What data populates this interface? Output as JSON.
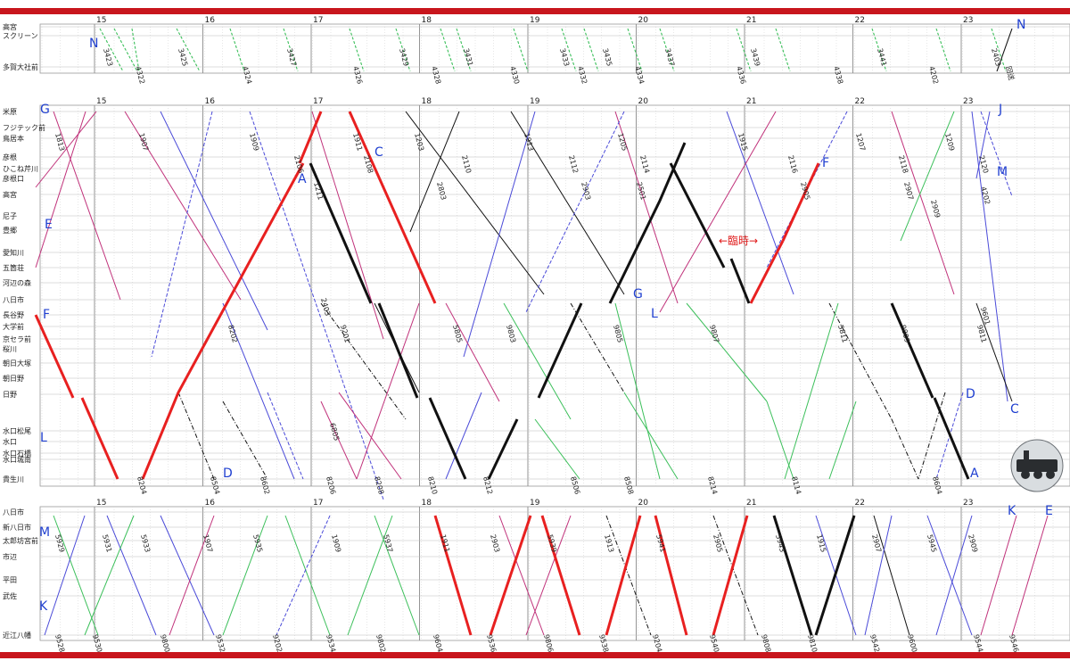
{
  "hours": [
    "15",
    "16",
    "17",
    "18",
    "19",
    "20",
    "21",
    "22",
    "23"
  ],
  "panels": [
    {
      "name": "ohmi-ohmi-taisha",
      "stations": [
        "高宮",
        "スクリーン",
        "多賀大社前"
      ],
      "markers": [
        "N",
        "N"
      ],
      "trains": [
        "3423",
        "4322",
        "3425",
        "4324",
        "3427",
        "4326",
        "3429",
        "4328",
        "3431",
        "4330",
        "3433",
        "4332",
        "3435",
        "4334",
        "3437",
        "4336",
        "3439",
        "4338",
        "3441",
        "4202",
        "2403",
        "回送"
      ]
    },
    {
      "name": "main-line",
      "stations": [
        "米原",
        "フジテック前",
        "鳥居本",
        "彦根",
        "ひこね芹川",
        "彦根口",
        "高宮",
        "尼子",
        "豊郷",
        "愛知川",
        "五箇荘",
        "河辺の森",
        "八日市",
        "長谷野",
        "大学前",
        "京セラ前",
        "桜川",
        "朝日大塚",
        "朝日野",
        "日野",
        "水口松尾",
        "水口",
        "水口石橋",
        "水口城南",
        "貴生川"
      ],
      "markers": [
        "G",
        "J",
        "F",
        "C",
        "A",
        "E",
        "M",
        "G",
        "L",
        "F",
        "D",
        "C",
        "L",
        "D",
        "A"
      ],
      "annotation": "←臨時→",
      "trains": [
        "1813",
        "1907",
        "1909",
        "2106",
        "1911",
        "2108",
        "1203",
        "2110",
        "1913",
        "2112",
        "1205",
        "2114",
        "1915",
        "2116",
        "1207",
        "2118",
        "1209",
        "2120",
        "1211",
        "2803",
        "2903",
        "2501",
        "2905",
        "2907",
        "2909",
        "4202",
        "2403",
        "8202",
        "9201",
        "5805",
        "9803",
        "9805",
        "9807",
        "5811",
        "9809",
        "9811",
        "9601",
        "8204",
        "8504",
        "8602",
        "8206",
        "8208",
        "8210",
        "8212",
        "8506",
        "8508",
        "8214",
        "8114",
        "8604",
        "6805"
      ]
    },
    {
      "name": "yokaichi-line",
      "stations": [
        "八日市",
        "新八日市",
        "太郎坊宮前",
        "市辺",
        "平田",
        "武佐",
        "近江八幡"
      ],
      "markers": [
        "M",
        "K",
        "E",
        "K"
      ],
      "trains": [
        "5929",
        "5931",
        "5933",
        "1907",
        "5935",
        "1909",
        "5937",
        "1911",
        "2903",
        "5939",
        "1913",
        "5941",
        "2905",
        "5943",
        "1915",
        "2907",
        "5945",
        "2909",
        "9528",
        "9530",
        "9800",
        "9532",
        "9202",
        "9534",
        "9802",
        "9604",
        "9536",
        "9806",
        "9538",
        "9204",
        "9540",
        "9808",
        "9810",
        "9542",
        "9600",
        "9544",
        "9546"
      ]
    }
  ],
  "colors": {
    "red_bar": "#c8161d",
    "highlight": "#e82020",
    "black": "#111111",
    "magenta": "#c0317a",
    "blue": "#4a4ad8",
    "green": "#3bbf5a",
    "dashblue": "#4a4ad8",
    "marker": "#1f3fd0"
  }
}
